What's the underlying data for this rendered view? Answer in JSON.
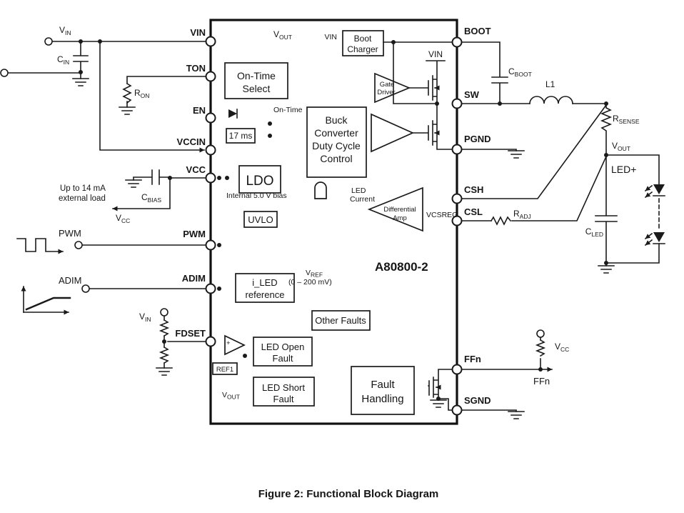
{
  "figure": {
    "caption": "Figure 2: Functional Block Diagram"
  },
  "chip": {
    "part_number": "A80800-2",
    "pins_left": [
      "VIN",
      "TON",
      "EN",
      "VCCIN",
      "VCC",
      "PWM",
      "ADIM",
      "FDSET"
    ],
    "pins_right": [
      "BOOT",
      "SW",
      "PGND",
      "CSH",
      "CSL",
      "FFn",
      "SGND"
    ]
  },
  "blocks": {
    "on_time_select": {
      "line1": "On-Time",
      "line2": "Select"
    },
    "boot_charger": {
      "line1": "Boot",
      "line2": "Charger"
    },
    "buck": {
      "line1": "Buck",
      "line2": "Converter",
      "line3": "Duty Cycle",
      "line4": "Control"
    },
    "ldo": "LDO",
    "delay": "17 ms",
    "uvlo": "UVLO",
    "i_led_reference": {
      "line1": "i_LED",
      "line2": "reference"
    },
    "other_faults": "Other Faults",
    "led_open_fault": {
      "line1": "LED Open",
      "line2": "Fault"
    },
    "led_short_fault": {
      "line1": "LED Short",
      "line2": "Fault"
    },
    "fault_handling": {
      "line1": "Fault",
      "line2": "Handling"
    },
    "gate_driver": {
      "line1": "Gate",
      "line2": "Driver"
    },
    "diff_amp": {
      "line1": "Differential",
      "line2": "Amp"
    },
    "ref1": "REF1"
  },
  "signals": {
    "on_time": "On-Time",
    "internal_bias": "Internal 5.0 V bias",
    "led_current": {
      "line1": "LED",
      "line2": "Current"
    },
    "vcsreg": "VCSREG",
    "vref": {
      "m": "V",
      "s": "REF"
    },
    "vref_range": "(0 – 200 mV)",
    "led_plus": "LED+",
    "ffn_out": "FFn",
    "vin_plain": "VIN",
    "up_to": "Up to 14 mA",
    "ext_load": "external load",
    "plus": "+"
  },
  "labels": {
    "v_in": {
      "m": "V",
      "s": "IN"
    },
    "v_out": {
      "m": "V",
      "s": "OUT"
    },
    "v_cc": {
      "m": "V",
      "s": "CC"
    },
    "c_in": {
      "m": "C",
      "s": "IN"
    },
    "r_on": {
      "m": "R",
      "s": "ON"
    },
    "c_boot": {
      "m": "C",
      "s": "BOOT"
    },
    "l1": "L1",
    "r_sense": {
      "m": "R",
      "s": "SENSE"
    },
    "c_bias": {
      "m": "C",
      "s": "BIAS"
    },
    "r_adj": {
      "m": "R",
      "s": "ADJ"
    },
    "c_led": {
      "m": "C",
      "s": "LED"
    }
  }
}
